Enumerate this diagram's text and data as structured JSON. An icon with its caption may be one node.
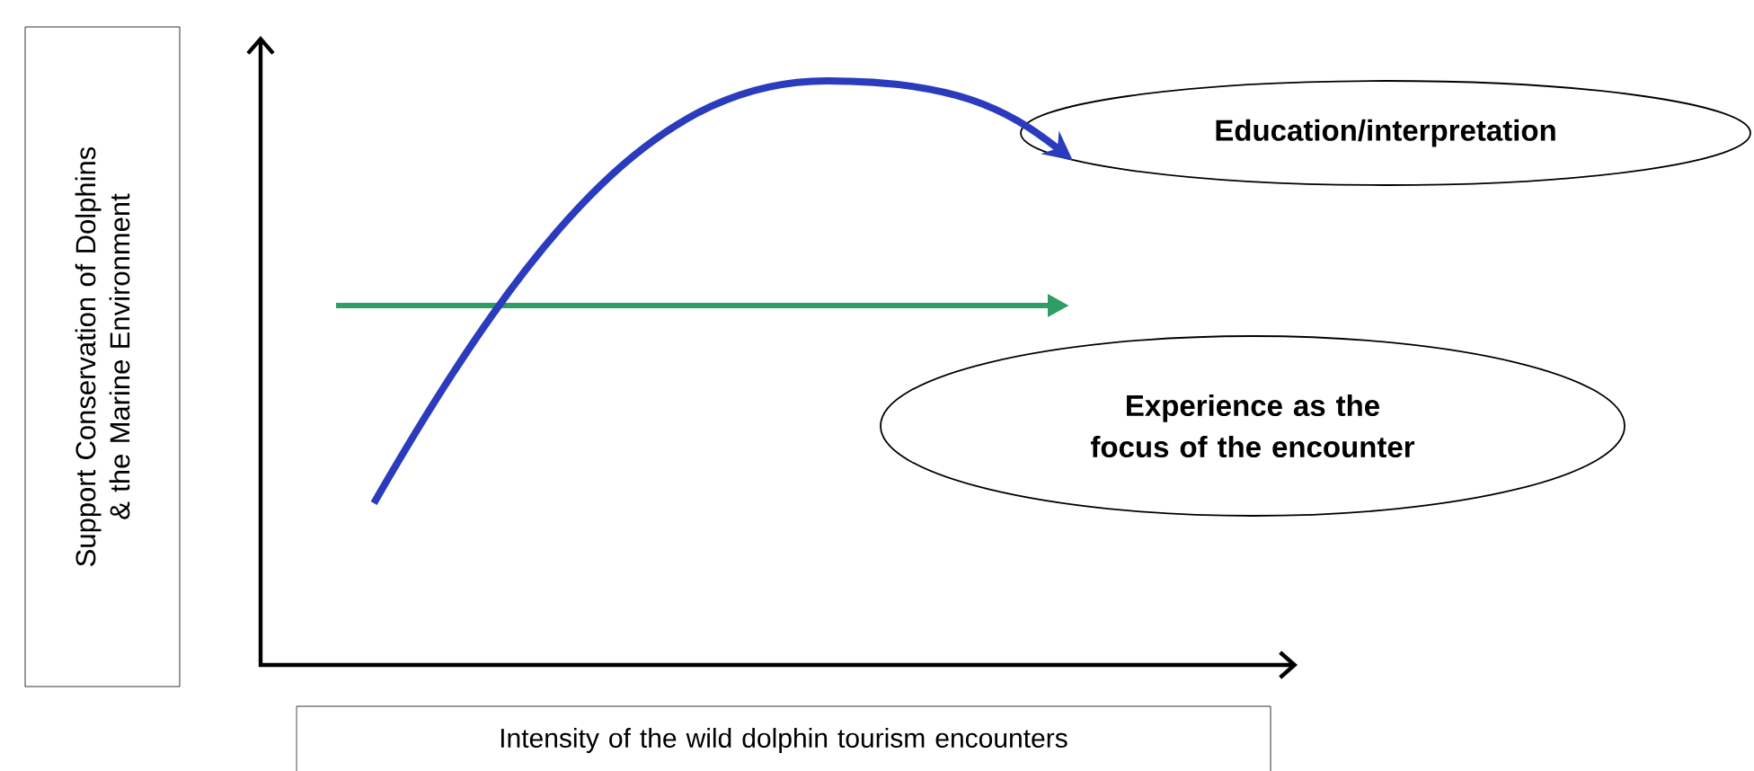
{
  "diagram": {
    "nodes": [
      {
        "text": [
          "Support Conservation of Dolphins & the Marine Environment"
        ]
      },
      {
        "text": [
          "Intensity of the wild dolphin tourism encounters"
        ]
      },
      {
        "text": [
          "Education/interpretation"
        ]
      },
      {
        "text": [
          "Experience as the focus of the encounter"
        ]
      }
    ],
    "edges": [
      {
        "from": null,
        "to": 2,
        "arrow": "to",
        "color": "#2b3bbd"
      }
    ]
  }
}
